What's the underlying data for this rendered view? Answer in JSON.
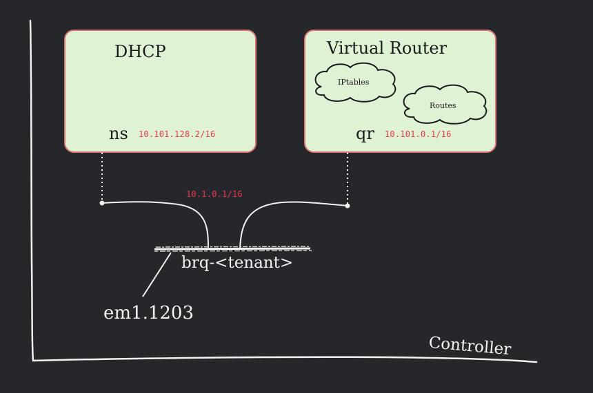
{
  "dhcp": {
    "title": "DHCP",
    "iface": "ns",
    "ip": "10.101.128.2/16"
  },
  "router": {
    "title": "Virtual Router",
    "clouds": [
      "IPtables",
      "Routes"
    ],
    "iface": "qr",
    "ip": "10.101.0.1/16"
  },
  "network": {
    "ip": "10.1.0.1/16",
    "bridge": "brq-<tenant>",
    "uplink": "em1.1203"
  },
  "host": {
    "label": "Controller"
  },
  "colors": {
    "background": "#26272a",
    "box_fill": "#dff2d4",
    "box_border": "#e07878",
    "ip_text": "#e8384a",
    "line": "#f2f2f2"
  }
}
